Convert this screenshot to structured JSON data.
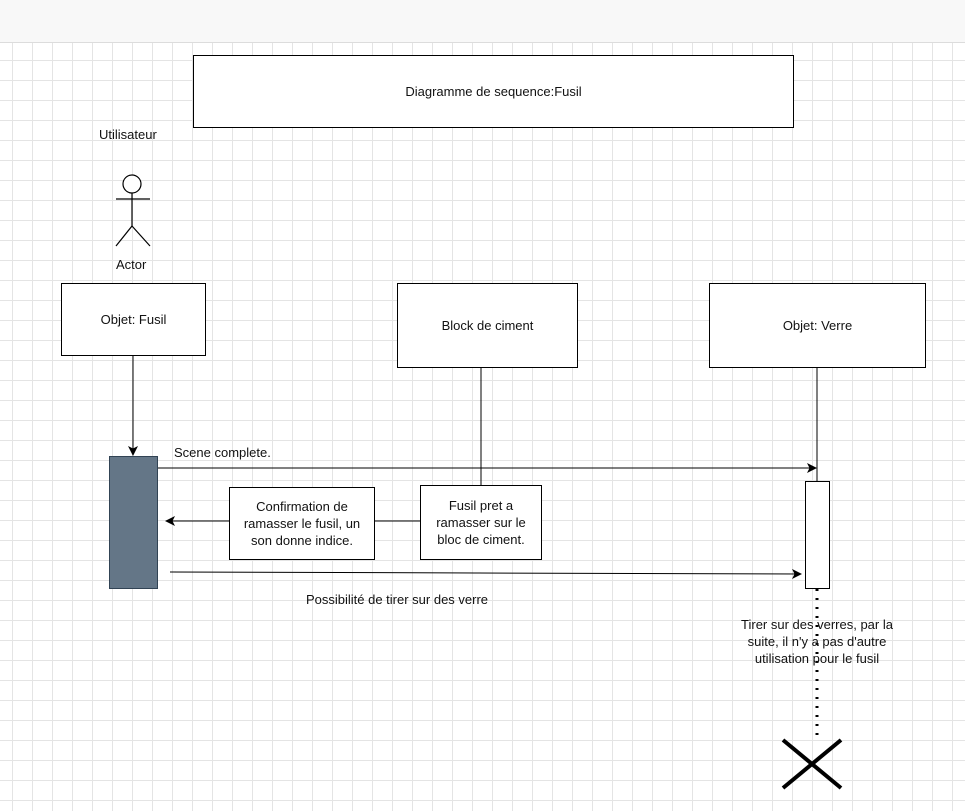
{
  "diagram": {
    "title": "Diagramme de sequence:Fusil",
    "actor": {
      "name_top": "Utilisateur",
      "name_bottom": "Actor"
    },
    "lifelines": {
      "fusil": "Objet: Fusil",
      "block": "Block de ciment",
      "verre": "Objet: Verre"
    },
    "messages": {
      "scene": "Scene complete.",
      "confirmation": "Confirmation de ramasser le fusil, un son donne indice.",
      "fusil_pret": "Fusil pret a ramasser sur le bloc de ciment.",
      "possibilite": "Possibilité de tirer sur des verre",
      "tirer": "Tirer sur des verres, par la suite, il n'y a pas d'autre utilisation pour le fusil"
    },
    "colors": {
      "activation_fill": "#647687",
      "grid": "#e4e4e4"
    }
  }
}
